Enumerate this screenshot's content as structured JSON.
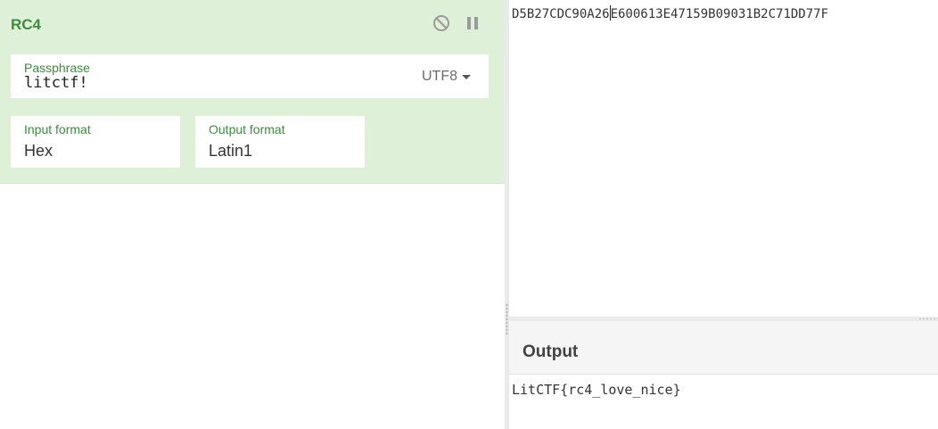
{
  "recipe": {
    "operation": {
      "title": "RC4",
      "passphrase": {
        "label": "Passphrase",
        "value": "litctf!",
        "encoding": "UTF8"
      },
      "input_format": {
        "label": "Input format",
        "value": "Hex"
      },
      "output_format": {
        "label": "Output format",
        "value": "Latin1"
      },
      "icons": {
        "disable": "disable-icon",
        "pause": "pause-icon"
      }
    }
  },
  "input": {
    "text_before_cursor": "D5B27CDC90A26",
    "text_after_cursor": "E600613E47159B09031B2C71DD77F"
  },
  "output": {
    "title": "Output",
    "text": "LitCTF{rc4_love_nice}"
  },
  "colors": {
    "operation_bg": "#dff0d8",
    "accent_green": "#3c8d3c",
    "icon_gray": "#999999"
  }
}
